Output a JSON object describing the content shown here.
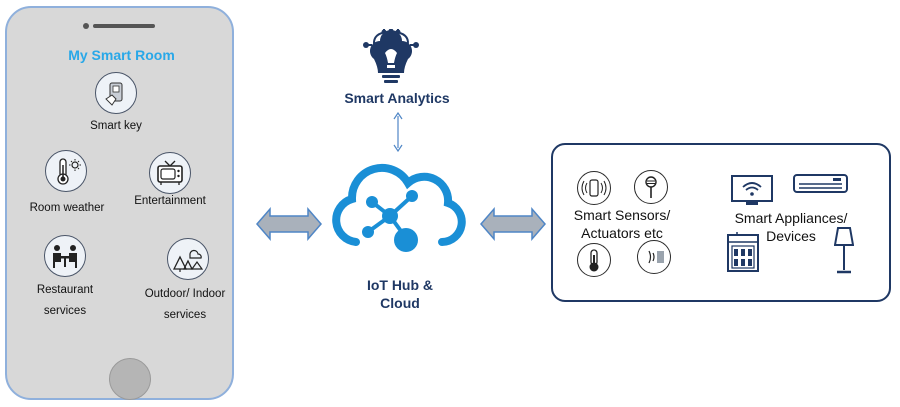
{
  "phone": {
    "title": "My Smart Room",
    "apps": [
      {
        "label": "Smart key",
        "icon": "smart-key-icon"
      },
      {
        "label": "Room weather",
        "icon": "thermometer-sun-icon"
      },
      {
        "label": "Entertainment",
        "icon": "tv-icon"
      },
      {
        "label": "Restaurant services",
        "line1": "Restaurant",
        "line2": "services",
        "icon": "dining-icon"
      },
      {
        "label": "Outdoor/ Indoor services",
        "line1": "Outdoor/ Indoor",
        "line2": "services",
        "icon": "outdoor-scene-icon"
      }
    ]
  },
  "analytics": {
    "label": "Smart Analytics",
    "icon": "brain-bulb-icon"
  },
  "hub": {
    "line1": "IoT Hub &",
    "line2": "Cloud",
    "icon": "cloud-network-icon"
  },
  "devices": {
    "sensors_line1": "Smart Sensors/",
    "sensors_line2": "Actuators etc",
    "appliances_line1": "Smart Appliances/",
    "appliances_line2": "Devices"
  },
  "colors": {
    "accent": "#29a8e8",
    "navy": "#1f3864",
    "cloud": "#1a8fd6",
    "arrow_fill": "#a9b1bb",
    "arrow_stroke": "#4f86c6"
  }
}
